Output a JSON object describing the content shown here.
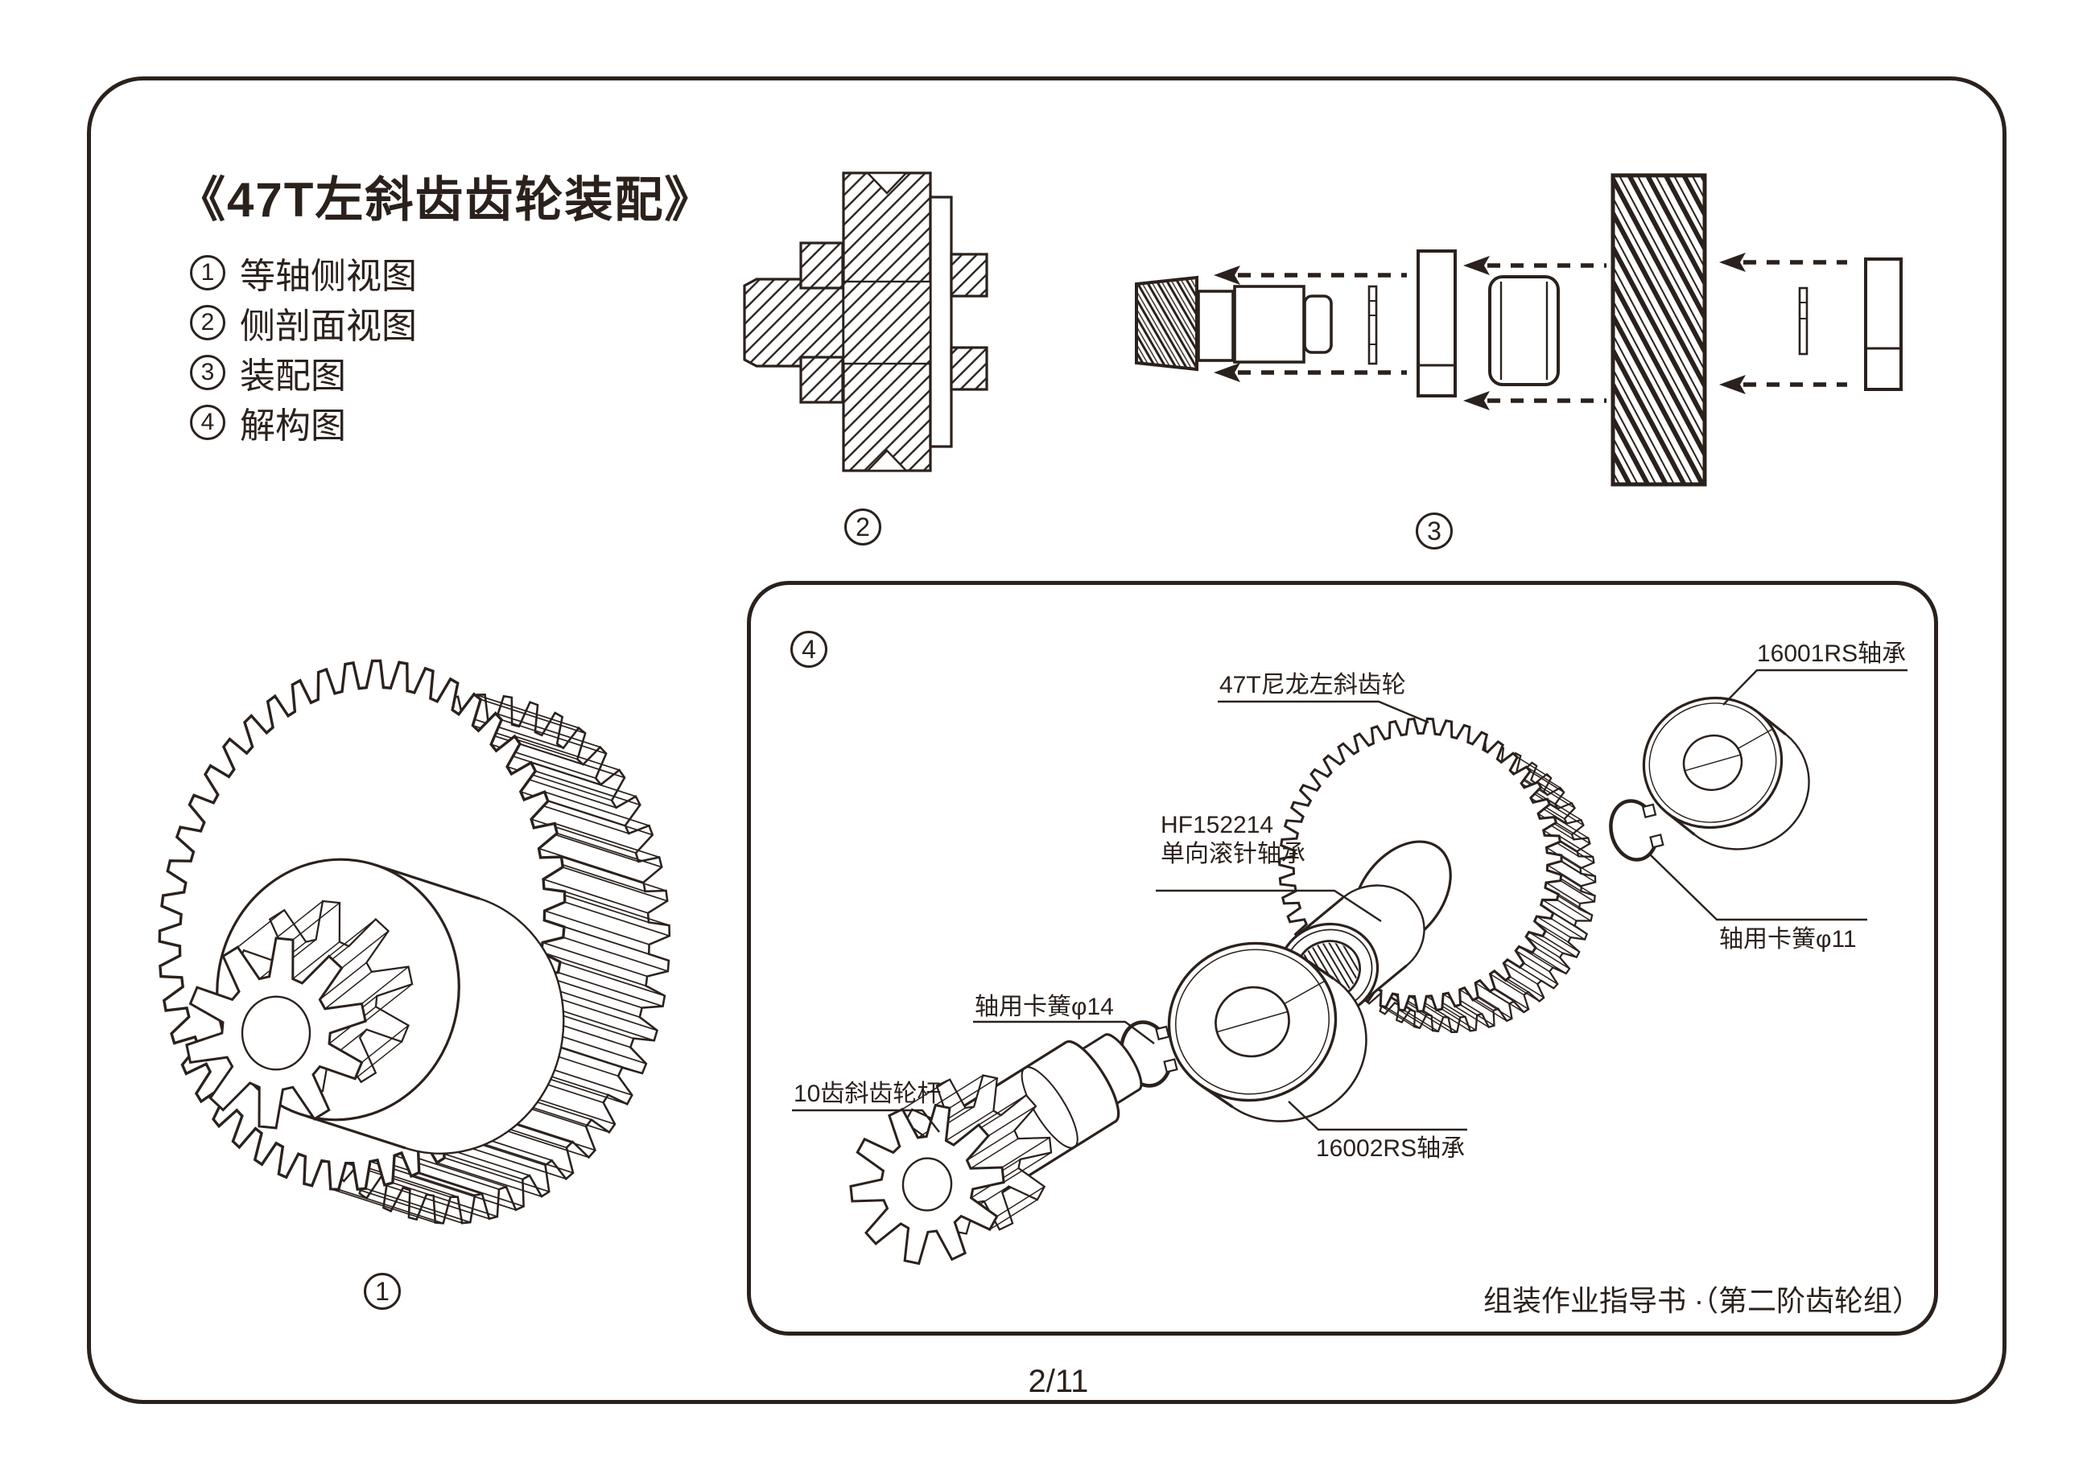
{
  "ink_color": "#2b211c",
  "title": "《47T左斜齿齿轮装配》",
  "legend": [
    {
      "num": "1",
      "label": "等轴侧视图"
    },
    {
      "num": "2",
      "label": "侧剖面视图"
    },
    {
      "num": "3",
      "label": "装配图"
    },
    {
      "num": "4",
      "label": "解构图"
    }
  ],
  "markers": {
    "fig1": "1",
    "fig2": "2",
    "fig3": "3",
    "fig4": "4"
  },
  "panel4": {
    "part_labels": {
      "gear47": "47T尼龙左斜齿轮",
      "bearing16001": "16001RS轴承",
      "hf_line1": "HF152214",
      "hf_line2": "单向滚针轴承",
      "clip14": "轴用卡簧φ14",
      "clip11": "轴用卡簧φ11",
      "pinion_shaft": "10齿斜齿轮杆",
      "bearing16002": "16002RS轴承"
    },
    "footer": "组装作业指导书 ·（第二阶齿轮组）"
  },
  "page_number": "2/11"
}
